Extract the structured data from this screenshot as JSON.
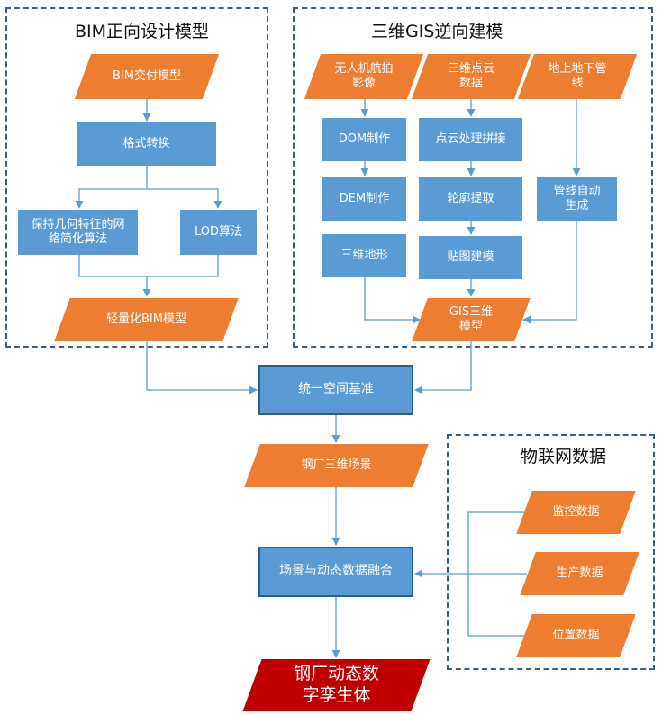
{
  "groups": {
    "bim": {
      "title": "BIM正向设计模型"
    },
    "gis": {
      "title": "三维GIS逆向建模"
    },
    "iot": {
      "title": "物联网数据"
    }
  },
  "nodes": {
    "bim_delivery": "BIM交付模型",
    "format_convert": "格式转换",
    "geom_simplify": "保持几何特征的网络简化算法",
    "lod": "LOD算法",
    "light_bim": "轻量化BIM模型",
    "uav": "无人机航拍影像",
    "point_cloud": "三维点云数据",
    "pipeline": "地上地下管线",
    "dom": "DOM制作",
    "pc_process": "点云处理拼接",
    "dem": "DEM制作",
    "contour": "轮廓提取",
    "pipe_auto": "管线自动生成",
    "terrain": "三维地形",
    "texture": "贴图建模",
    "gis_model": "GIS三维模型",
    "unify": "统一空间基准",
    "scene": "钢厂三维场景",
    "fusion": "场景与动态数据融合",
    "monitor": "监控数据",
    "production": "生产数据",
    "position": "位置数据",
    "twin": "钢厂动态数字孪生体"
  },
  "colors": {
    "process_blue": "#5b9bd5",
    "data_orange": "#ed7d31",
    "output_red": "#c00000",
    "border_dark": "#2e5f8a",
    "group_border": "#3d5e7f"
  }
}
